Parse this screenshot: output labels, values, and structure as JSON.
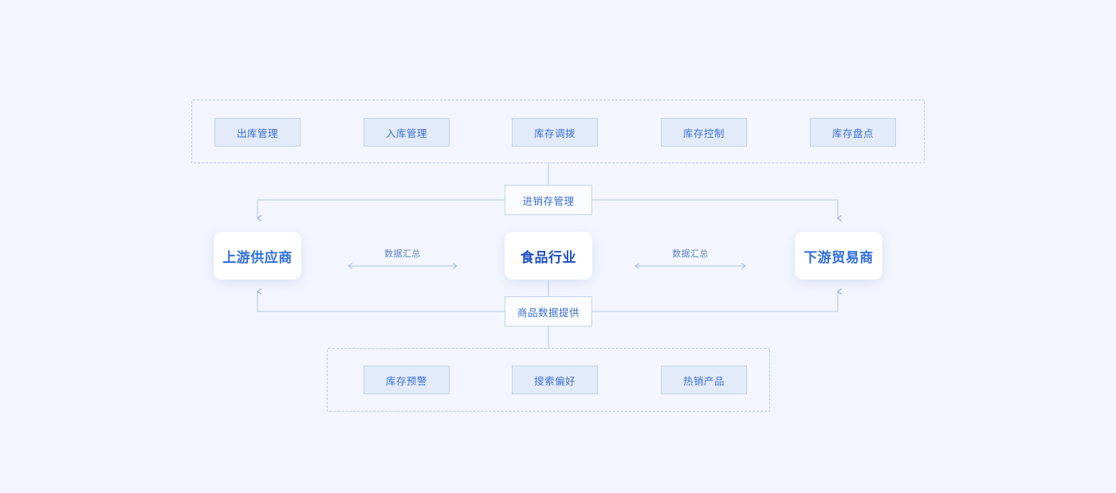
{
  "page": {
    "background_color": "#f3f6fe",
    "accent_color": "#3a6fd8",
    "focus_color": "#1d4fc4",
    "module_fill": "#e3ebfa",
    "module_border": "#bed0f0",
    "dashed_border": "#b9c8ea"
  },
  "groups": {
    "inventory_ops": {
      "modules": [
        {
          "label": "出库管理"
        },
        {
          "label": "入库管理"
        },
        {
          "label": "库存调拨"
        },
        {
          "label": "库存控制"
        },
        {
          "label": "库存盘点"
        }
      ]
    },
    "analytics": {
      "modules": [
        {
          "label": "库存预警"
        },
        {
          "label": "搜索偏好"
        },
        {
          "label": "热销产品"
        }
      ]
    }
  },
  "hubs": {
    "top": {
      "label": "进销存管理"
    },
    "bottom": {
      "label": "商品数据提供"
    }
  },
  "entities": [
    {
      "label": "上游供应商",
      "role": "side"
    },
    {
      "label": "食品行业",
      "role": "focus"
    },
    {
      "label": "下游贸易商",
      "role": "side"
    }
  ],
  "flows": [
    {
      "label": "数据汇总",
      "direction": "bidirectional"
    },
    {
      "label": "数据汇总",
      "direction": "bidirectional"
    }
  ]
}
